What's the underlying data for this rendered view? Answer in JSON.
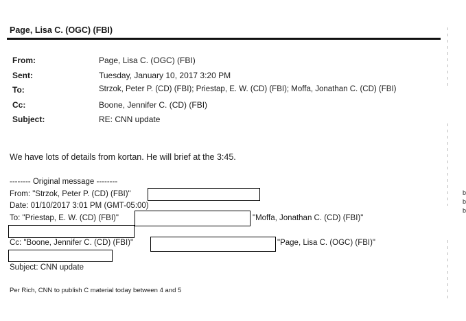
{
  "title": "Page, Lisa C. (OGC) (FBI)",
  "header": {
    "from_label": "From:",
    "from_value": "Page, Lisa C. (OGC) (FBI)",
    "sent_label": "Sent:",
    "sent_value": "Tuesday, January 10, 2017 3:20 PM",
    "to_label": "To:",
    "to_value": "Strzok, Peter P. (CD) (FBI); Priestap, E. W. (CD) (FBI); Moffa, Jonathan C. (CD) (FBI)",
    "cc_label": "Cc:",
    "cc_value": "Boone, Jennifer C. (CD) (FBI)",
    "subject_label": "Subject:",
    "subject_value": "RE: CNN update"
  },
  "message_body": "We have lots of details from kortan. He will brief at the 3:45.",
  "original": {
    "separator": "-------- Original message --------",
    "from_line": "From: \"Strzok, Peter P. (CD) (FBI)\"",
    "date_line": "Date: 01/10/2017 3:01 PM (GMT-05:00)",
    "to_line_start": "To: \"Priestap, E. W. (CD) (FBI)\"",
    "to_line_end": "\"Moffa, Jonathan C. (CD) (FBI)\"",
    "cc_line_start": "Cc: \"Boone, Jennifer C. (CD) (FBI)\"",
    "cc_line_end": "\"Page, Lisa C. (OGC) (FBI)\"",
    "subject_line": "Subject: CNN update",
    "body": "Per Rich, CNN to publish C material today between 4 and 5"
  },
  "margin_marks": [
    "b",
    "b",
    "b"
  ]
}
